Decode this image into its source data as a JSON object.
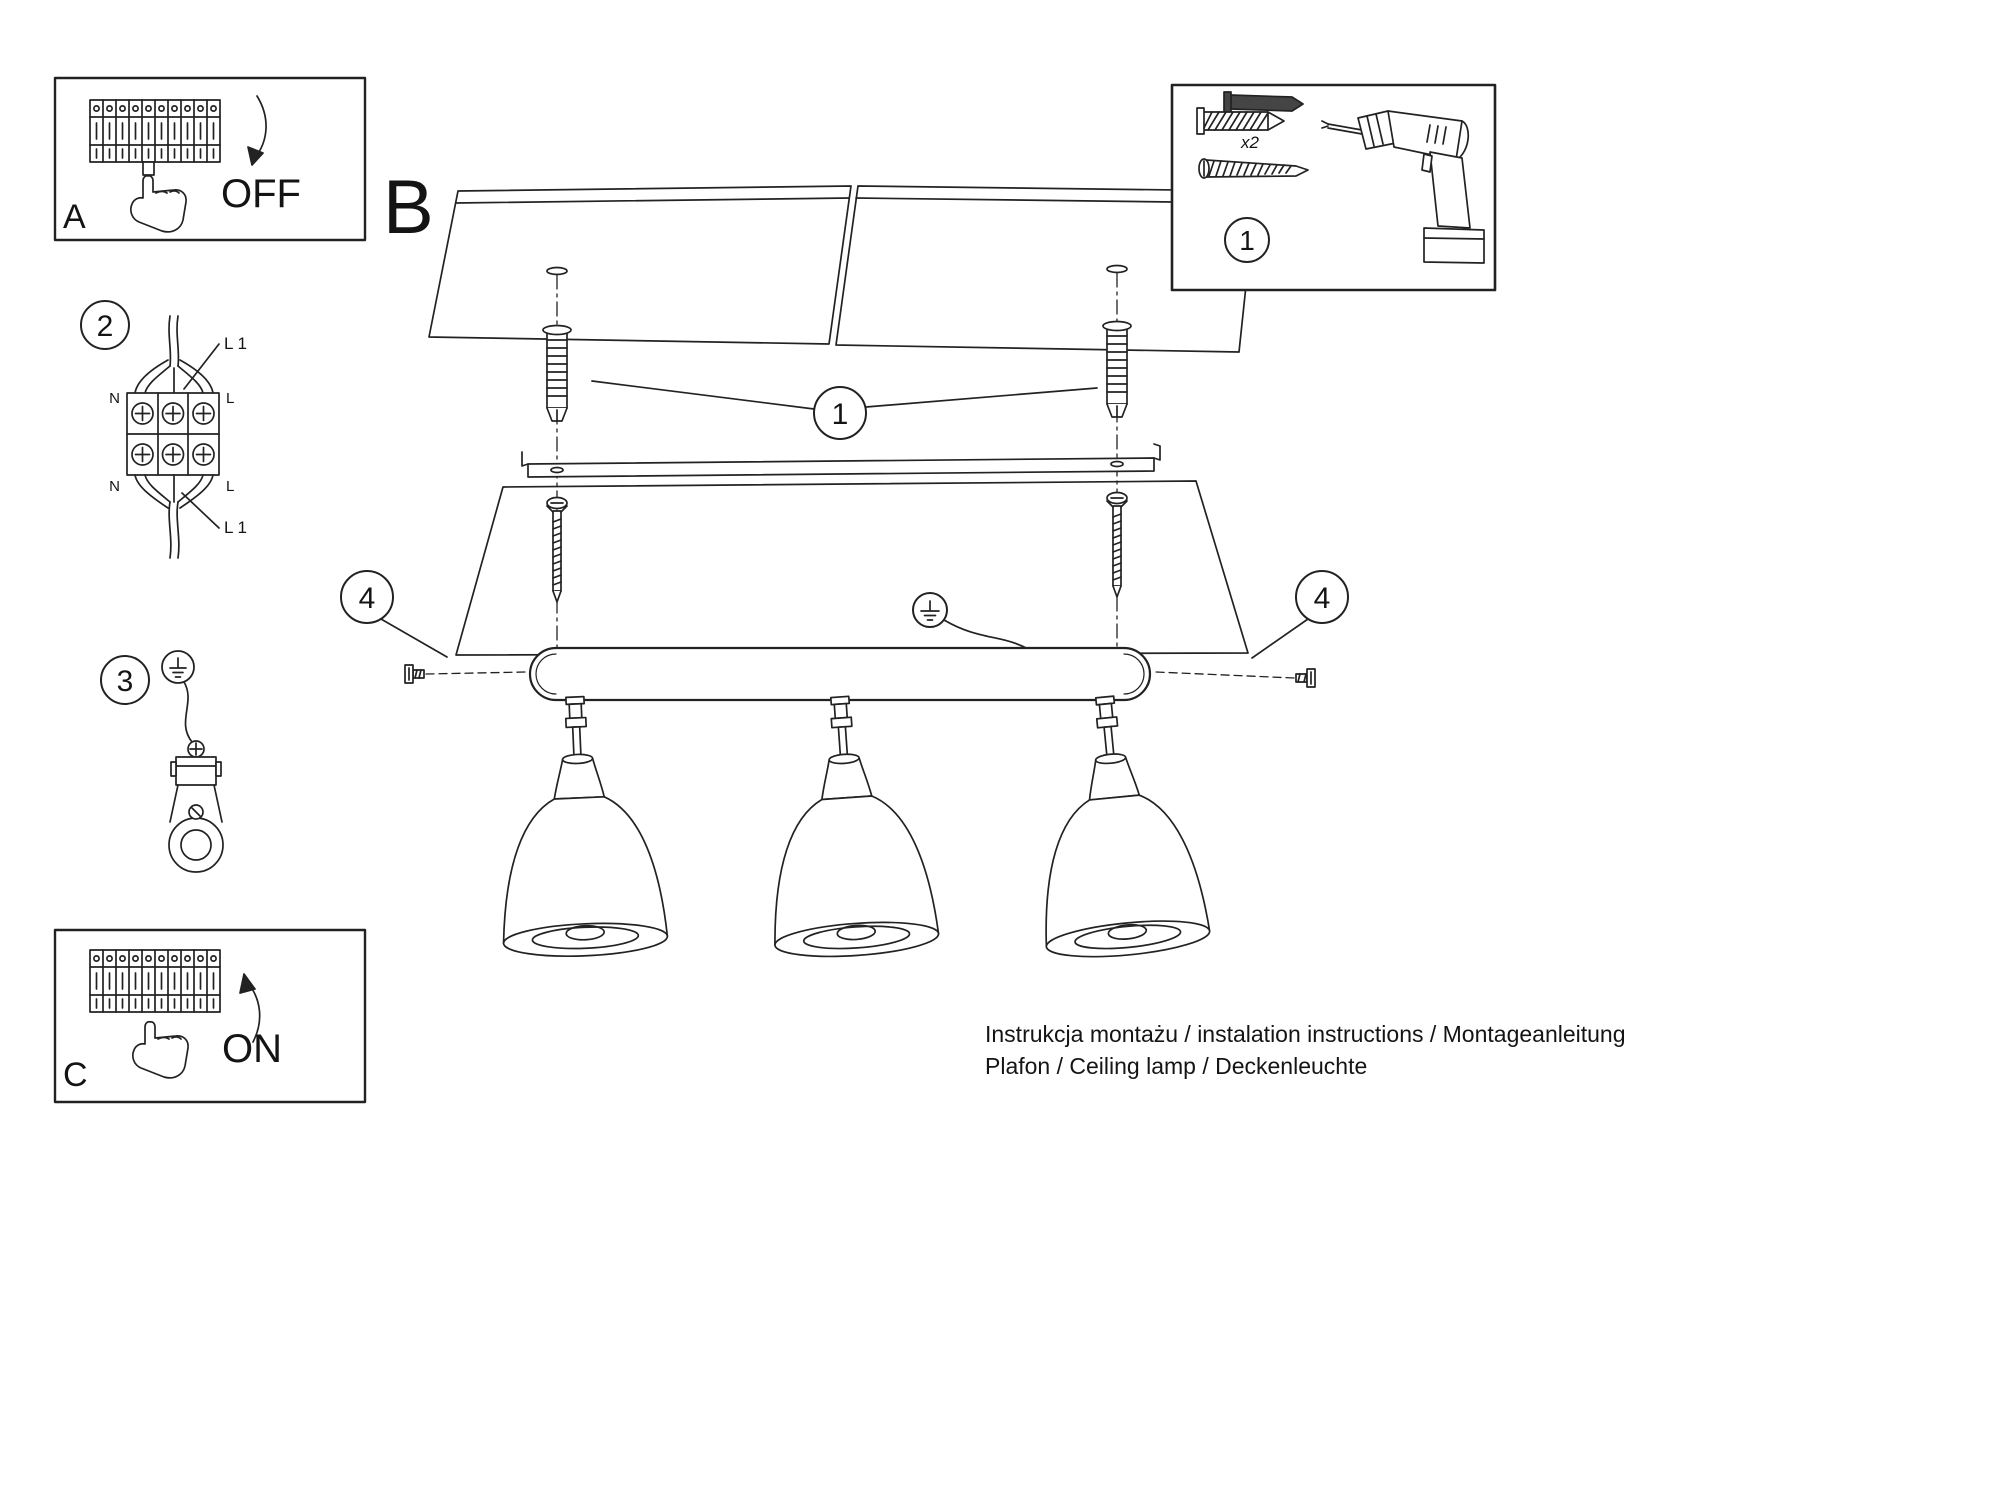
{
  "panels": {
    "a": {
      "label": "A",
      "action": "OFF"
    },
    "b": {
      "label": "B"
    },
    "c": {
      "label": "C",
      "action": "ON"
    }
  },
  "steps": {
    "s1": "1",
    "s2": "2",
    "s3": "3",
    "s4": "4"
  },
  "kit": {
    "plug_count": "x2"
  },
  "wiring": {
    "l1_top": "L 1",
    "l1_bottom": "L 1",
    "n_top": "N",
    "n_bottom": "N",
    "l_top": "L",
    "l_bottom": "L"
  },
  "footer": {
    "line1": "Instrukcja montażu / instalation instructions / Montageanleitung",
    "line2": "Plafon / Ceiling lamp / Deckenleuchte"
  },
  "colors": {
    "line": "#222222",
    "paper": "#ffffff"
  }
}
